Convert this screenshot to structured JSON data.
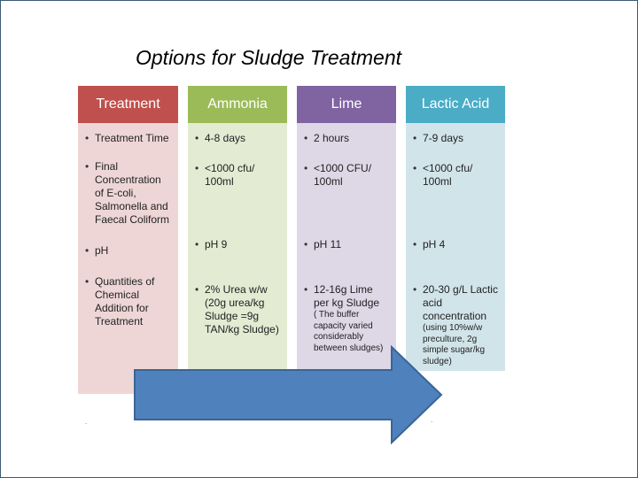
{
  "slide": {
    "title": "Options for Sludge Treatment"
  },
  "table": {
    "columns": [
      {
        "header": "Treatment",
        "color": "#c0504d",
        "items": [
          "Treatment Time",
          "Final Concentration of E-coli, Salmonella and Faecal Coliform",
          "pH",
          "Quantities of Chemical Addition for Treatment"
        ]
      },
      {
        "header": "Ammonia",
        "color": "#9bbb59",
        "items": [
          "4-8 days",
          "<1000 cfu/ 100ml",
          "pH 9",
          "2%  Urea w/w (20g urea/kg Sludge =9g TAN/kg Sludge)"
        ]
      },
      {
        "header": "Lime",
        "color": "#8064a2",
        "items": [
          "2 hours",
          "<1000 CFU/ 100ml",
          "pH 11",
          "12-16g Lime per kg Sludge"
        ],
        "note": "( The buffer capacity varied considerably between sludges)"
      },
      {
        "header": "Lactic Acid",
        "color": "#4bacc6",
        "items": [
          "7-9 days",
          "<1000 cfu/ 100ml",
          "pH 4",
          "20-30 g/L Lactic acid concentration"
        ],
        "note": "(using 10%w/w preculture, 2g simple sugar/kg sludge)"
      }
    ]
  },
  "arrow": {
    "color": "#4f81bd",
    "direction": "right"
  }
}
